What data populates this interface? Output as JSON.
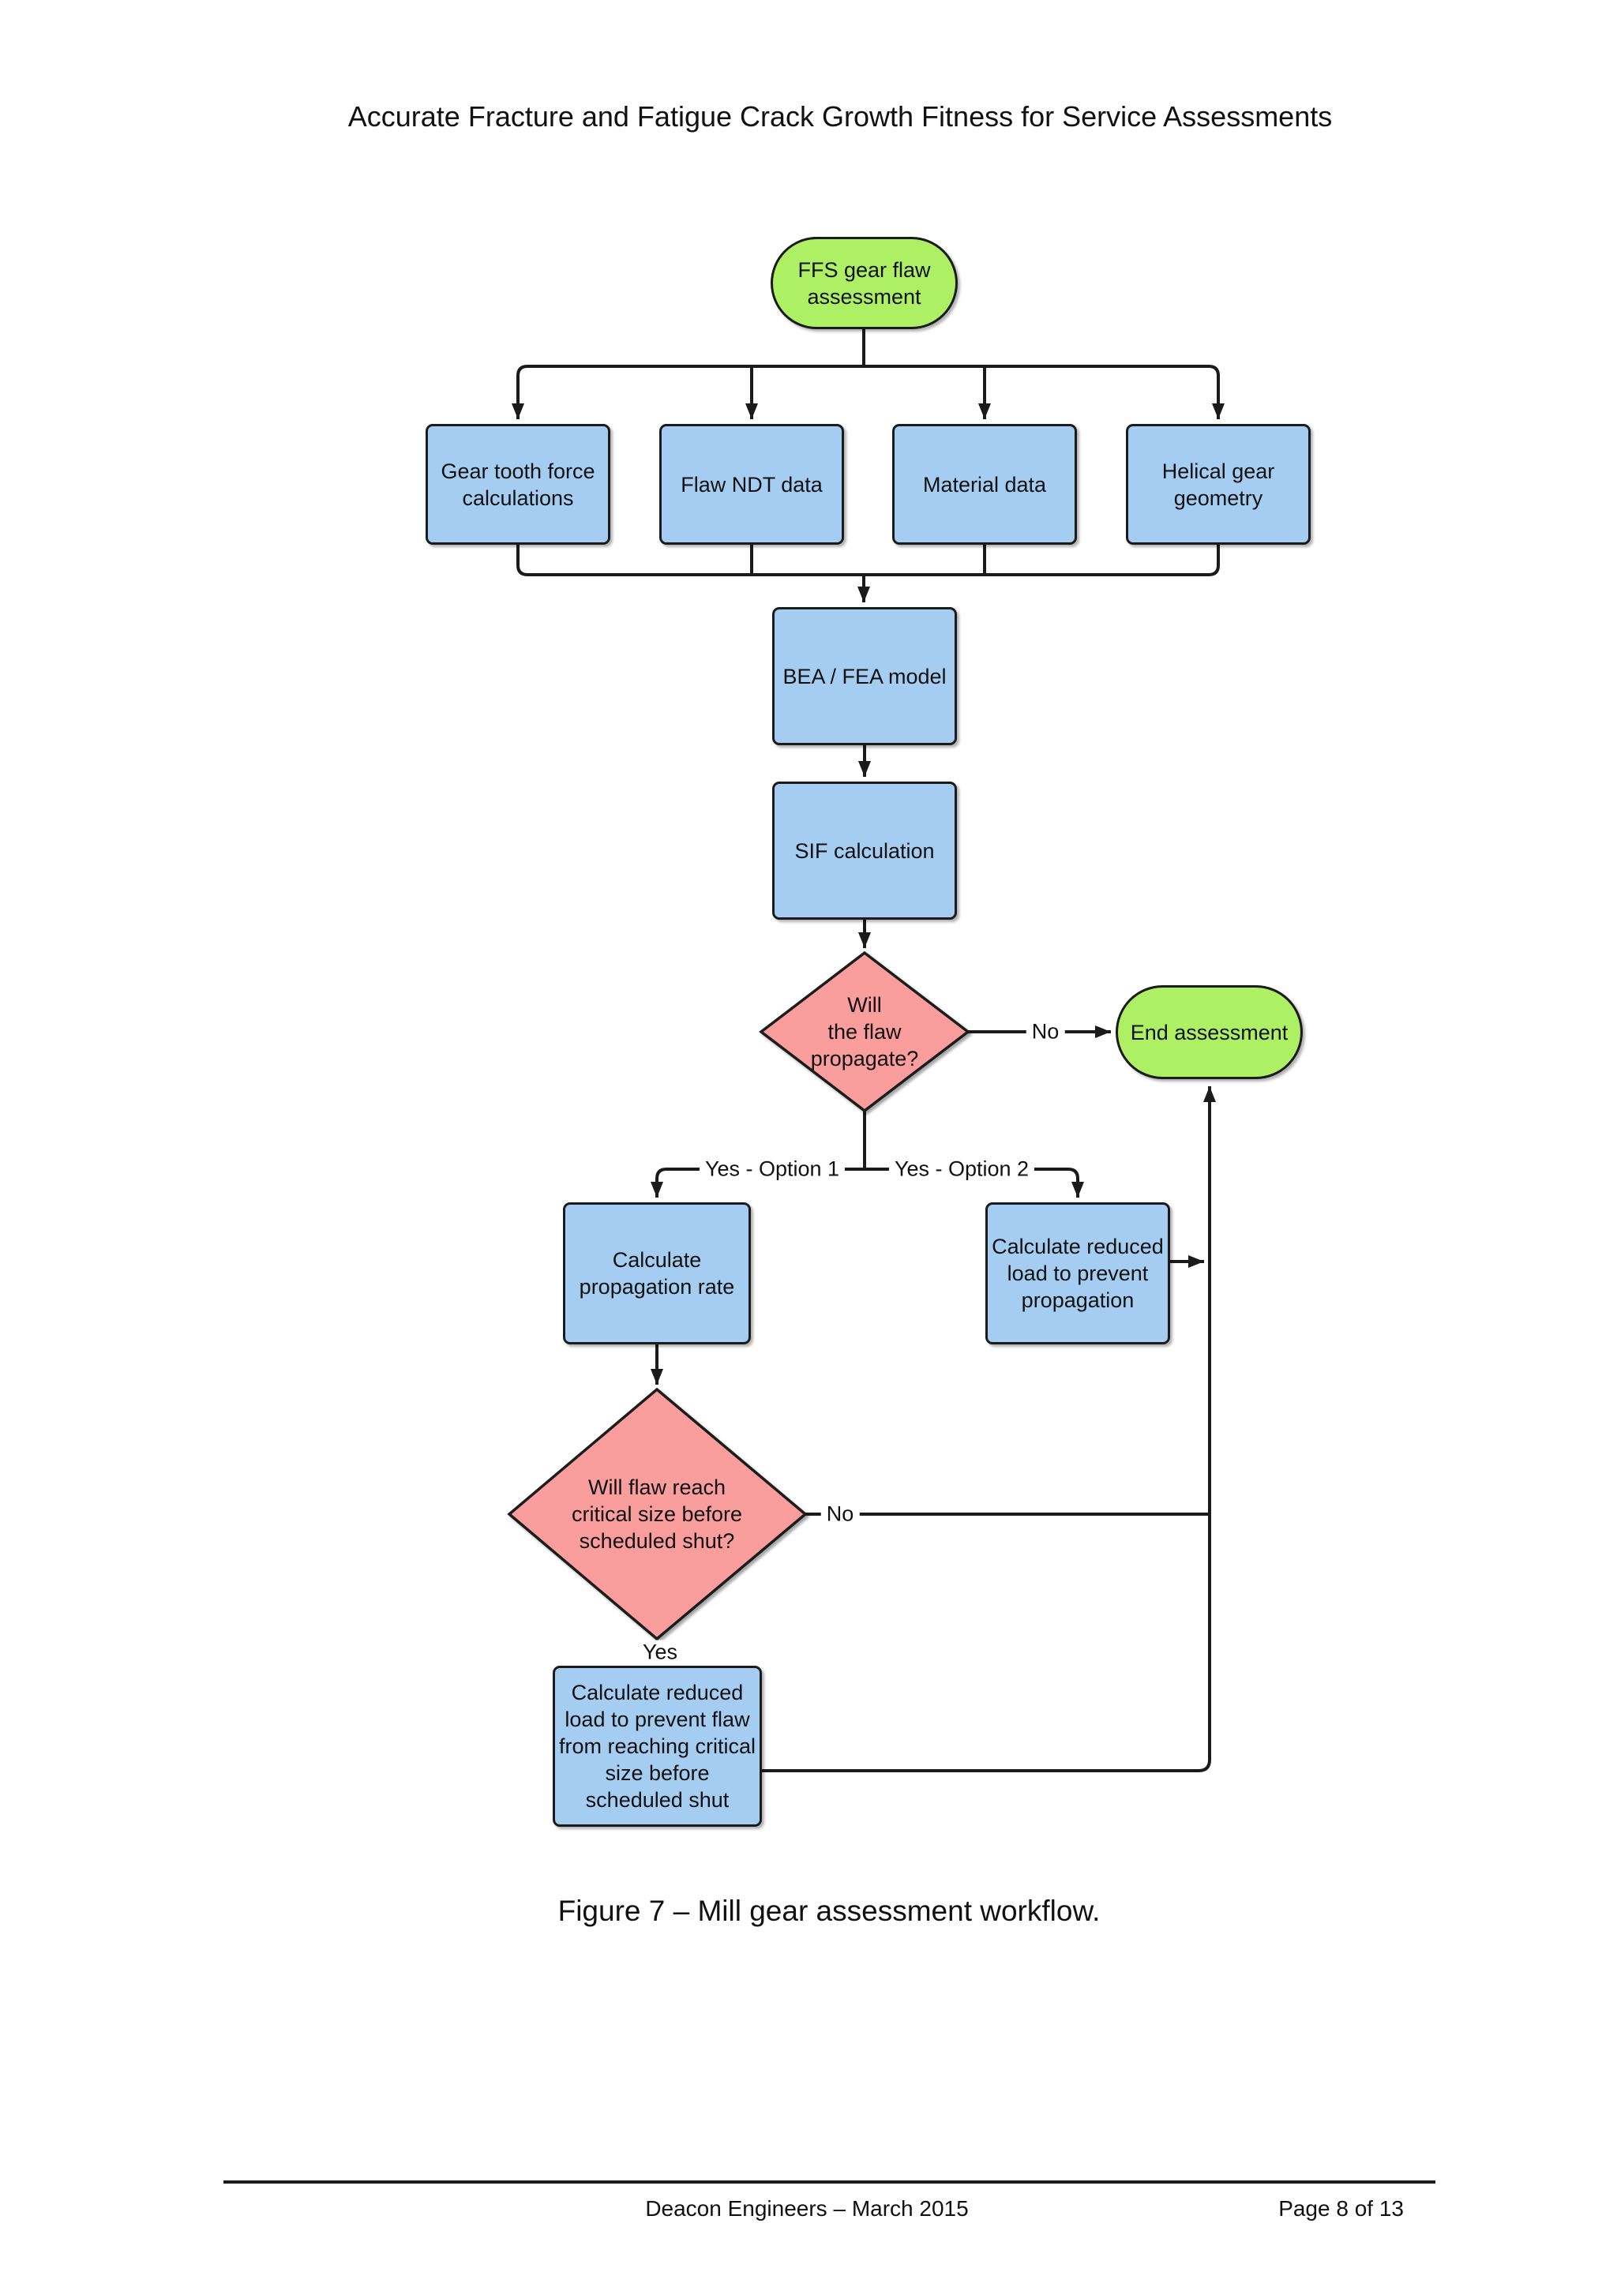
{
  "page": {
    "header_title": "Accurate Fracture and Fatigue Crack Growth Fitness for Service Assessments",
    "caption": "Figure 7 – Mill gear assessment workflow.",
    "footer": {
      "left": "Deacon Engineers – March 2015",
      "right": "Page 8 of 13"
    }
  },
  "colors": {
    "terminator_fill": "#aef063",
    "process_fill": "#a5cdf2",
    "decision_fill": "#f99d9d",
    "line": "#1b1b1b"
  },
  "flowchart": {
    "nodes": {
      "start": "FFS gear flaw assessment",
      "gear_tooth": [
        "Gear tooth force",
        "calculations"
      ],
      "flaw_ndt": "Flaw NDT data",
      "material": "Material data",
      "helical": [
        "Helical gear",
        "geometry"
      ],
      "bea_fea": "BEA / FEA model",
      "sif": "SIF calculation",
      "decision_propagate": [
        "Will",
        "the flaw",
        "propagate?"
      ],
      "end": "End assessment",
      "calc_rate": [
        "Calculate",
        "propagation rate"
      ],
      "calc_reduced_prop": [
        "Calculate reduced",
        "load to prevent",
        "propagation"
      ],
      "decision_critical": [
        "Will flaw reach",
        "critical size before",
        "scheduled shut?"
      ],
      "calc_reduced_crit": [
        "Calculate reduced",
        "load to prevent flaw",
        "from reaching critical",
        "size before",
        "scheduled shut"
      ]
    },
    "edge_labels": {
      "no_propagate": "No",
      "yes_option1": "Yes - Option 1",
      "yes_option2": "Yes - Option 2",
      "no_critical": "No",
      "yes_critical": "Yes"
    }
  }
}
